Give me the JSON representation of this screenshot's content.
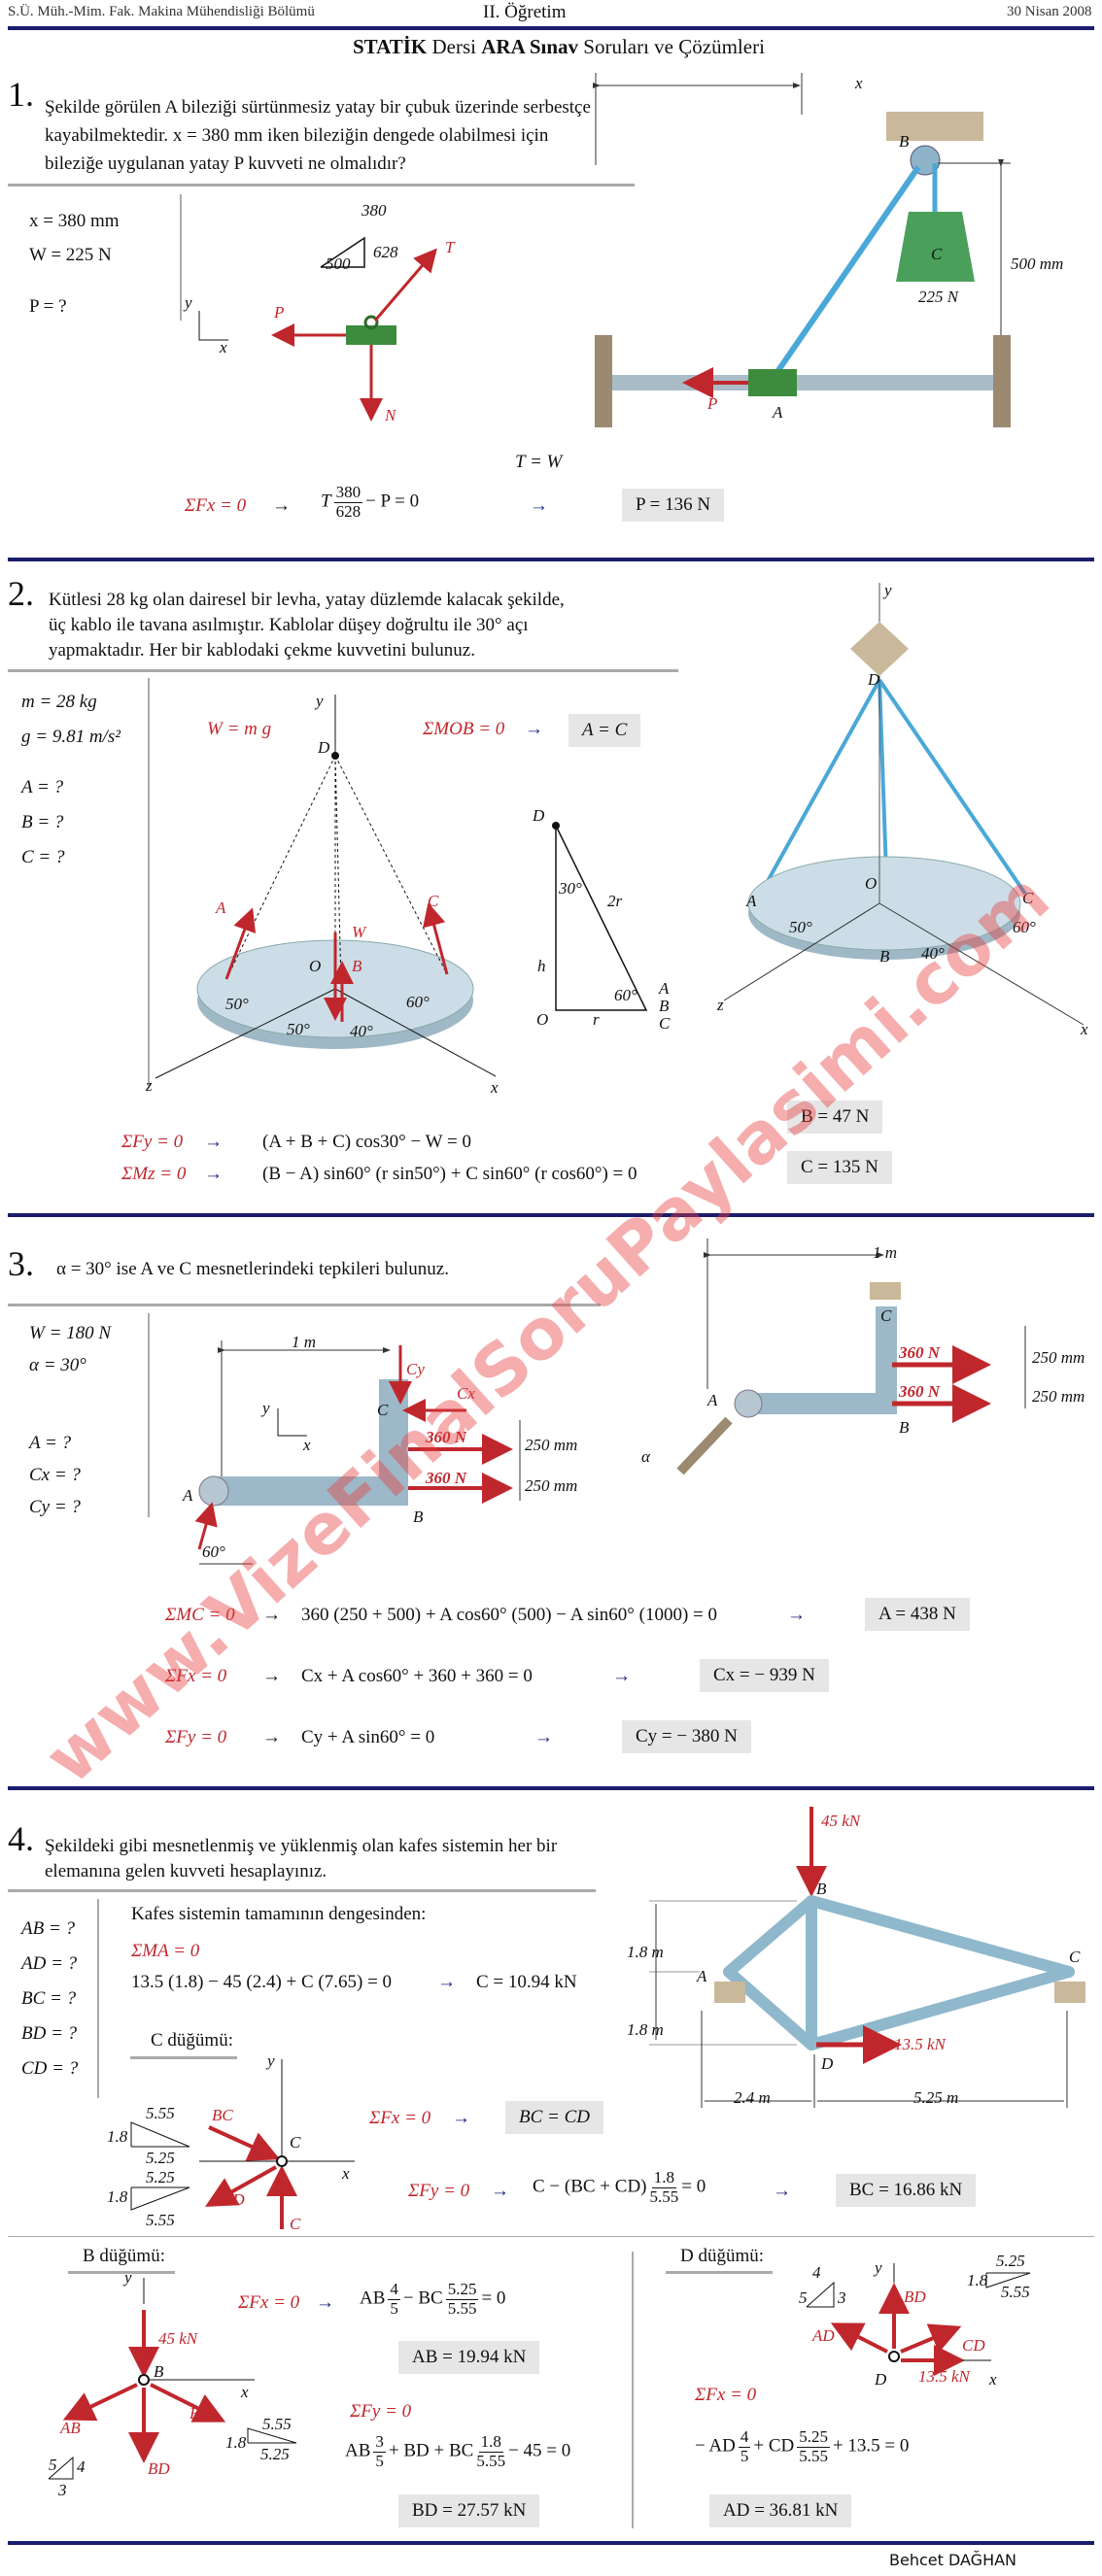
{
  "header": {
    "left": "S.Ü. Müh.-Mim. Fak. Makina Mühendisliği Bölümü",
    "center": "II. Öğretim",
    "right": "30 Nisan 2008"
  },
  "title": {
    "part1": "STATİK",
    "part2": " Dersi ",
    "part3": "ARA Sınav",
    "part4": " Soruları ve Çözümleri"
  },
  "q1": {
    "num": "1.",
    "text": [
      "Şekilde görülen A bileziği sürtünmesiz yatay bir çubuk üzerinde serbestçe",
      "kayabilmektedir. x = 380 mm iken bileziğin dengede olabilmesi için",
      "bileziğe uygulanan yatay P kuvveti ne olmalıdır?"
    ],
    "given": [
      "x = 380 mm",
      "W = 225 N",
      "P = ?"
    ],
    "tri": [
      "380",
      "500",
      "628"
    ],
    "fbd": [
      "T",
      "P",
      "N",
      "y",
      "x"
    ],
    "fig": [
      "x",
      "B",
      "C",
      "225 N",
      "500 mm",
      "P",
      "A"
    ],
    "tw": "T = W",
    "eq_lhs": "ΣFx = 0",
    "eq_body1": "T",
    "eq_num": "380",
    "eq_den": "628",
    "eq_body2": "− P = 0",
    "arrow": "→",
    "result": "P = 136 N"
  },
  "q2": {
    "num": "2.",
    "text": [
      "Kütlesi 28 kg olan dairesel bir levha, yatay düzlemde kalacak şekilde,",
      "üç kablo ile tavana asılmıştır. Kablolar düşey doğrultu ile 30° açı",
      "yapmaktadır. Her bir kablodaki çekme kuvvetini bulunuz."
    ],
    "given": [
      "m = 28 kg",
      "g = 9.81 m/s²",
      "A = ?",
      "B = ?",
      "C = ?"
    ],
    "w": "W = m g",
    "mob": "ΣMOB = 0",
    "arrow": "→",
    "aeqc": "A = C",
    "fig_labels": [
      "y",
      "D",
      "A",
      "C",
      "W",
      "B",
      "O",
      "50°",
      "50°",
      "40°",
      "60°",
      "z",
      "x"
    ],
    "tri": [
      "D",
      "30°",
      "2r",
      "h",
      "60°",
      "O",
      "r",
      "A",
      "B",
      "C"
    ],
    "eq1_lhs": "ΣFy = 0",
    "eq1": "(A + B + C) cos30° − W = 0",
    "eq2_lhs": "ΣMz = 0",
    "eq2": "(B − A) sin60° (r sin50°) + C sin60° (r cos60°) = 0",
    "res_b": "B = 47 N",
    "res_c": "C = 135 N",
    "photo": [
      "y",
      "D",
      "A",
      "O",
      "C",
      "B",
      "50°",
      "40°",
      "60°",
      "z",
      "x"
    ]
  },
  "q3": {
    "num": "3.",
    "text": "α = 30° ise A ve C mesnetlerindeki tepkileri bulunuz.",
    "given": [
      "W = 180 N",
      "α = 30°",
      "A = ?",
      "Cx = ?",
      "Cy = ?"
    ],
    "fig": [
      "1 m",
      "Cy",
      "C",
      "Cx",
      "360 N",
      "360 N",
      "250 mm",
      "250 mm",
      "B",
      "A",
      "60°",
      "y",
      "x"
    ],
    "photo": [
      "1 m",
      "C",
      "360 N",
      "360 N",
      "250 mm",
      "250 mm",
      "A",
      "B",
      "α"
    ],
    "eq1_lhs": "ΣMC = 0",
    "eq1": "360 (250 + 500) + A cos60° (500) − A sin60° (1000) = 0",
    "res1": "A = 438 N",
    "eq2_lhs": "ΣFx = 0",
    "eq2": "Cx + A cos60° + 360 + 360 = 0",
    "res2": "Cx = − 939 N",
    "eq3_lhs": "ΣFy = 0",
    "eq3": "Cy + A sin60° = 0",
    "res3": "Cy = − 380 N",
    "arrow": "→"
  },
  "q4": {
    "num": "4.",
    "text": [
      "Şekildeki gibi mesnetlenmiş ve yüklenmiş olan kafes sistemin her bir",
      "elemanına gelen kuvveti hesaplayınız."
    ],
    "given": [
      "AB = ?",
      "AD = ?",
      "BC = ?",
      "BD = ?",
      "CD = ?"
    ],
    "whole": "Kafes sistemin tamamının dengesinden:",
    "ma": "ΣMA = 0",
    "eq_c": "13.5 (1.8) − 45 (2.4) + C (7.65) = 0",
    "res_c": "C = 10.94 kN",
    "arrow": "→",
    "c_node": "C düğümü:",
    "c_fx": "ΣFx = 0",
    "bc_cd": "BC = CD",
    "c_fy": "ΣFy = 0",
    "c_fy_eq1": "C − (BC + CD)",
    "c_fy_num": "1.8",
    "c_fy_den": "5.55",
    "c_fy_eq2": "= 0",
    "res_bc": "BC = 16.86 kN",
    "c_fbd": [
      "1.8",
      "5.55",
      "5.25",
      "1.8",
      "5.25",
      "5.55",
      "BC",
      "CD",
      "C",
      "C",
      "y",
      "x"
    ],
    "fig": [
      "45 kN",
      "B",
      "1.8 m",
      "1.8 m",
      "A",
      "C",
      "D",
      "13.5 kN",
      "2.4 m",
      "5.25 m"
    ],
    "b_node": "B düğümü:",
    "b_fx": "ΣFx = 0",
    "b_fx_a": "AB",
    "b_fx_n1": "4",
    "b_fx_d1": "5",
    "b_fx_b": "− BC",
    "b_fx_n2": "5.25",
    "b_fx_d2": "5.55",
    "b_fx_e": "= 0",
    "res_ab": "AB = 19.94 kN",
    "b_fy": "ΣFy = 0",
    "b_fy_a": "AB",
    "b_fy_n1": "3",
    "b_fy_d1": "5",
    "b_fy_b": "+ BD + BC",
    "b_fy_n2": "1.8",
    "b_fy_d2": "5.55",
    "b_fy_e": "− 45 = 0",
    "res_bd": "BD = 27.57 kN",
    "b_fbd": [
      "y",
      "45 kN",
      "B",
      "AB",
      "BC",
      "BD",
      "x",
      "5",
      "4",
      "3",
      "1.8",
      "5.55",
      "5.25"
    ],
    "d_node": "D düğümü:",
    "d_fx": "ΣFx = 0",
    "d_eq_a": "− AD",
    "d_n1": "4",
    "d_d1": "5",
    "d_eq_b": "+ CD",
    "d_n2": "5.25",
    "d_d2": "5.55",
    "d_eq_c": "+ 13.5 = 0",
    "res_ad": "AD = 36.81 kN",
    "d_fbd": [
      "4",
      "5",
      "3",
      "y",
      "BD",
      "1.8",
      "5.25",
      "5.55",
      "AD",
      "CD",
      "D",
      "13.5 kN",
      "x"
    ]
  },
  "footer": "Behcet DAĞHAN",
  "watermark": "www.VizeFinalSoruPaylasimi.com"
}
